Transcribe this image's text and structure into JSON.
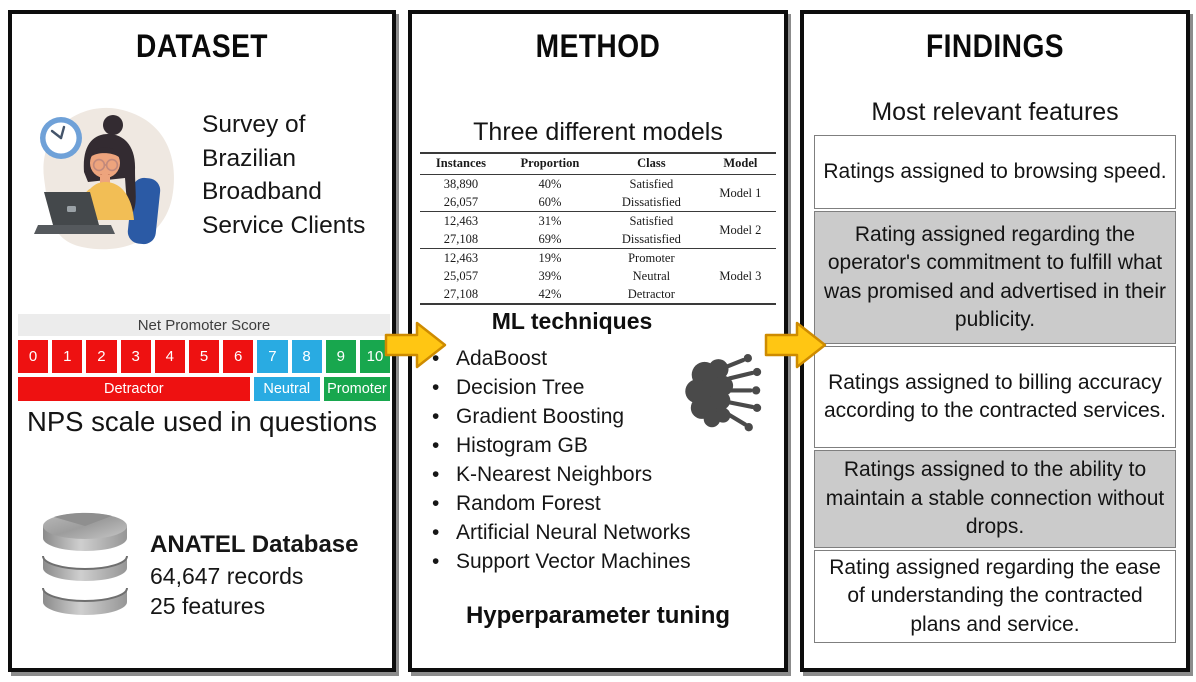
{
  "colors": {
    "detractor_red": "#ee1111",
    "neutral_blue": "#29abe2",
    "promoter_green": "#18a74e",
    "findings_shade": "#cbcbcb",
    "arrow_fill": "#ffc613",
    "arrow_stroke": "#ce8b00"
  },
  "dataset": {
    "title": "DATASET",
    "survey_text": "Survey of\nBrazilian\nBroadband\nService Clients",
    "nps": {
      "header": "Net Promoter Score",
      "cells": [
        "0",
        "1",
        "2",
        "3",
        "4",
        "5",
        "6",
        "7",
        "8",
        "9",
        "10"
      ],
      "groups": {
        "detractor": "Detractor",
        "neutral": "Neutral",
        "promoter": "Promoter"
      },
      "caption": "NPS scale used in questions"
    },
    "database": {
      "name": "ANATEL Database",
      "records": "64,647 records",
      "features": "25 features"
    }
  },
  "method": {
    "title": "METHOD",
    "subtitle": "Three different models",
    "table": {
      "headers": [
        "Instances",
        "Proportion",
        "Class",
        "Model"
      ],
      "groups": [
        {
          "model": "Model 1",
          "rows": [
            [
              "38,890",
              "40%",
              "Satisfied"
            ],
            [
              "26,057",
              "60%",
              "Dissatisfied"
            ]
          ]
        },
        {
          "model": "Model 2",
          "rows": [
            [
              "12,463",
              "31%",
              "Satisfied"
            ],
            [
              "27,108",
              "69%",
              "Dissatisfied"
            ]
          ]
        },
        {
          "model": "Model 3",
          "rows": [
            [
              "12,463",
              "19%",
              "Promoter"
            ],
            [
              "25,057",
              "39%",
              "Neutral"
            ],
            [
              "27,108",
              "42%",
              "Detractor"
            ]
          ]
        }
      ]
    },
    "ml_heading": "ML techniques",
    "bullets": [
      "AdaBoost",
      "Decision Tree",
      "Gradient Boosting",
      "Histogram GB",
      "K-Nearest Neighbors",
      "Random Forest",
      "Artificial Neural Networks",
      "Support Vector Machines"
    ],
    "footer": "Hyperparameter tuning"
  },
  "findings": {
    "title": "FINDINGS",
    "subtitle": "Most relevant features",
    "items": [
      "Ratings assigned to browsing speed.",
      "Rating assigned regarding the operator's commitment to fulfill what was promised and advertised in their publicity.",
      "Ratings assigned to billing accuracy according to the contracted services.",
      "Ratings assigned to the ability to maintain a stable connection without drops.",
      "Rating assigned regarding the ease of understanding the contracted plans and service."
    ]
  }
}
